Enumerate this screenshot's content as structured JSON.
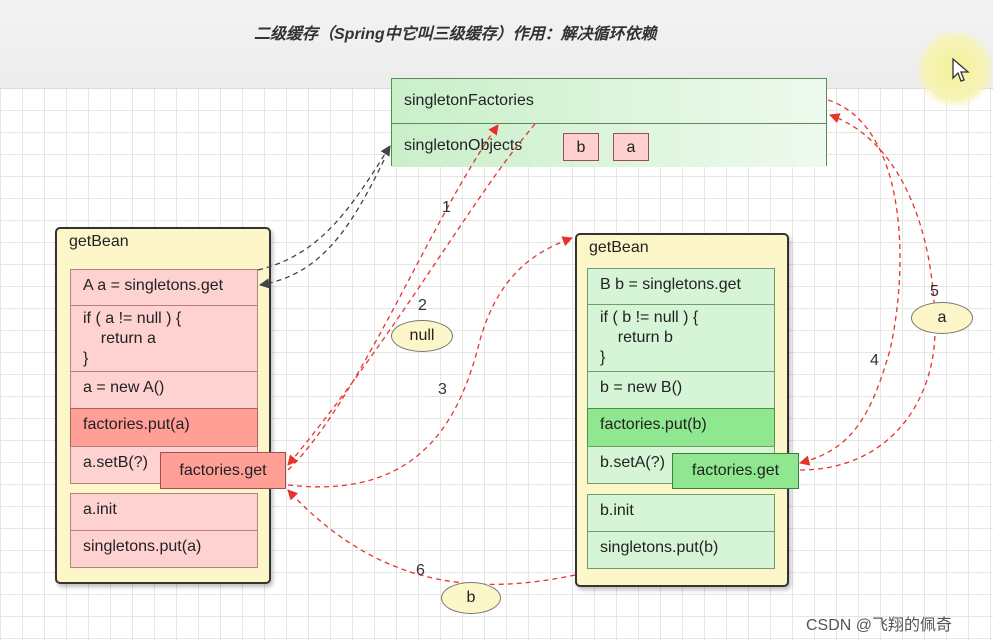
{
  "title": "二级缓存（Spring中它叫三级缓存）作用：解决循环依赖",
  "cache": {
    "factories_label": "singletonFactories",
    "objects_label": "singletonObjects",
    "objects": [
      "b",
      "a"
    ]
  },
  "left_panel": {
    "title": "getBean",
    "get_line": "A a = singletons.get",
    "check_code": "if ( a != null ) {\n    return a\n}",
    "create_line": "a = new A()",
    "put_factory": "factories.put(a)",
    "set_line": "a.setB(?)",
    "factories_get": "factories.get",
    "init_line": "a.init",
    "put_singleton": "singletons.put(a)"
  },
  "right_panel": {
    "title": "getBean",
    "get_line": "B b = singletons.get",
    "check_code": "if ( b != null ) {\n    return b\n}",
    "create_line": "b = new B()",
    "put_factory": "factories.put(b)",
    "set_line": "b.setA(?)",
    "factories_get": "factories.get",
    "init_line": "b.init",
    "put_singleton": "singletons.put(b)"
  },
  "arrow_labels": {
    "n1": "1",
    "n2": "2",
    "n3": "3",
    "n4": "4",
    "n5": "5",
    "n6": "6"
  },
  "value_bubbles": {
    "null_label": "null",
    "a_label": "a",
    "b_label": "b"
  },
  "watermark": "CSDN @飞翔的佩奇",
  "colors": {
    "arrow_red": "#e8322c",
    "arrow_dark": "#444444",
    "panel_bg": "#fdf6c8",
    "pink": "#ffd2d2",
    "green": "#d6f5d6"
  }
}
